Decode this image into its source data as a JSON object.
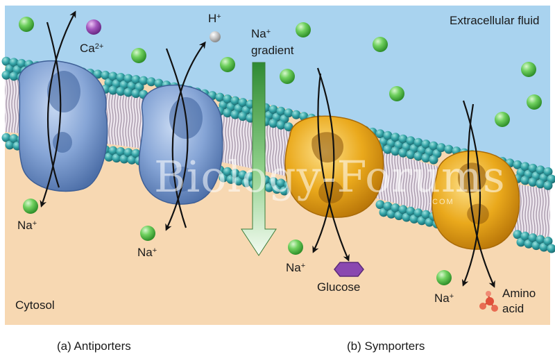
{
  "labels": {
    "extracellular": "Extracellular fluid",
    "cytosol": "Cytosol",
    "na": "Na",
    "ca": "Ca",
    "ca_charge": "2+",
    "h": "H",
    "plus": "+",
    "gradient_line1": "Na",
    "gradient_line2": "gradient",
    "glucose": "Glucose",
    "amino_line1": "Amino",
    "amino_line2": "acid"
  },
  "captions": {
    "antiporters": "(a) Antiporters",
    "symporters": "(b) Symporters"
  },
  "watermark": {
    "text": "Biology-Forums",
    "suffix": ".COM"
  },
  "colors": {
    "extracellular": "#a9d3ef",
    "cytosol": "#f7d8b2",
    "lipid_head": "#2f9a9f",
    "antiporter": "#7f9fd0",
    "symporter": "#e8a517",
    "sodium": "#5cc84e",
    "calcium": "#9c4fb5",
    "hydrogen": "#b9b9b9",
    "glucose": "#8a48b0",
    "amino_acid": "#e0503a",
    "gradient_arrow": "#3d9a3d"
  }
}
